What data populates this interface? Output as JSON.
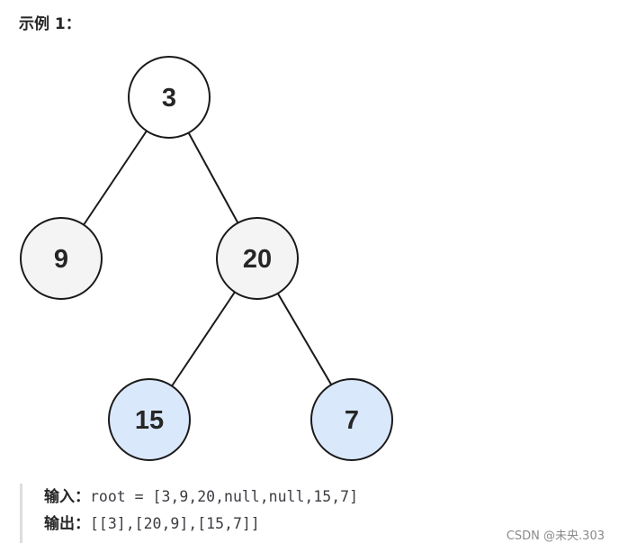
{
  "heading": "示例 1：",
  "tree": {
    "nodes": [
      {
        "id": "n3",
        "label": "3",
        "fill": "#ffffff"
      },
      {
        "id": "n9",
        "label": "9",
        "fill": "#f4f4f4"
      },
      {
        "id": "n20",
        "label": "20",
        "fill": "#f4f4f4"
      },
      {
        "id": "n15",
        "label": "15",
        "fill": "#dae8fc"
      },
      {
        "id": "n7",
        "label": "7",
        "fill": "#dae8fc"
      }
    ],
    "edges": [
      {
        "from": "n3",
        "to": "n9"
      },
      {
        "from": "n3",
        "to": "n20"
      },
      {
        "from": "n20",
        "to": "n15"
      },
      {
        "from": "n20",
        "to": "n7"
      }
    ],
    "stroke_color": "#1a1a1a"
  },
  "example": {
    "input_label": "输入：",
    "input_value": "root = [3,9,20,null,null,15,7]",
    "output_label": "输出：",
    "output_value": "[[3],[20,9],[15,7]]"
  },
  "watermark": "CSDN @未央.303"
}
